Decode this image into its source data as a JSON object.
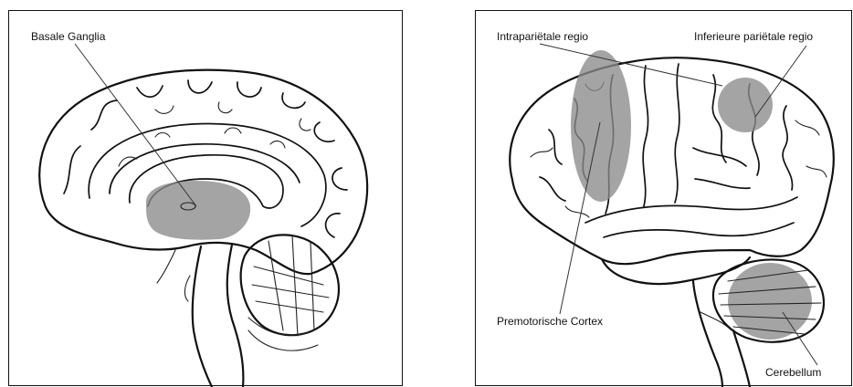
{
  "left_panel": {
    "labels": {
      "basal_ganglia": "Basale Ganglia"
    }
  },
  "right_panel": {
    "labels": {
      "intraparietal": "Intrapariëtale regio",
      "inferior_parietal": "Inferieure pariëtale regio",
      "premotor": "Premotorische Cortex",
      "cerebellum": "Cerebellum"
    }
  },
  "colors": {
    "highlight": "#8a8a8a",
    "line": "#111111",
    "background": "#ffffff"
  }
}
